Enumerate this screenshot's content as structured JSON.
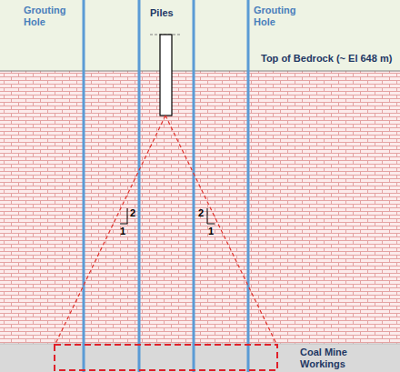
{
  "diagram": {
    "labels": [
      "Grouting Hole",
      "Piles",
      "Grouting Hole",
      "Top of Bedrock (~ El 648 m)",
      "2",
      "1",
      "2",
      "1",
      "Coal Mine Workings"
    ]
  }
}
